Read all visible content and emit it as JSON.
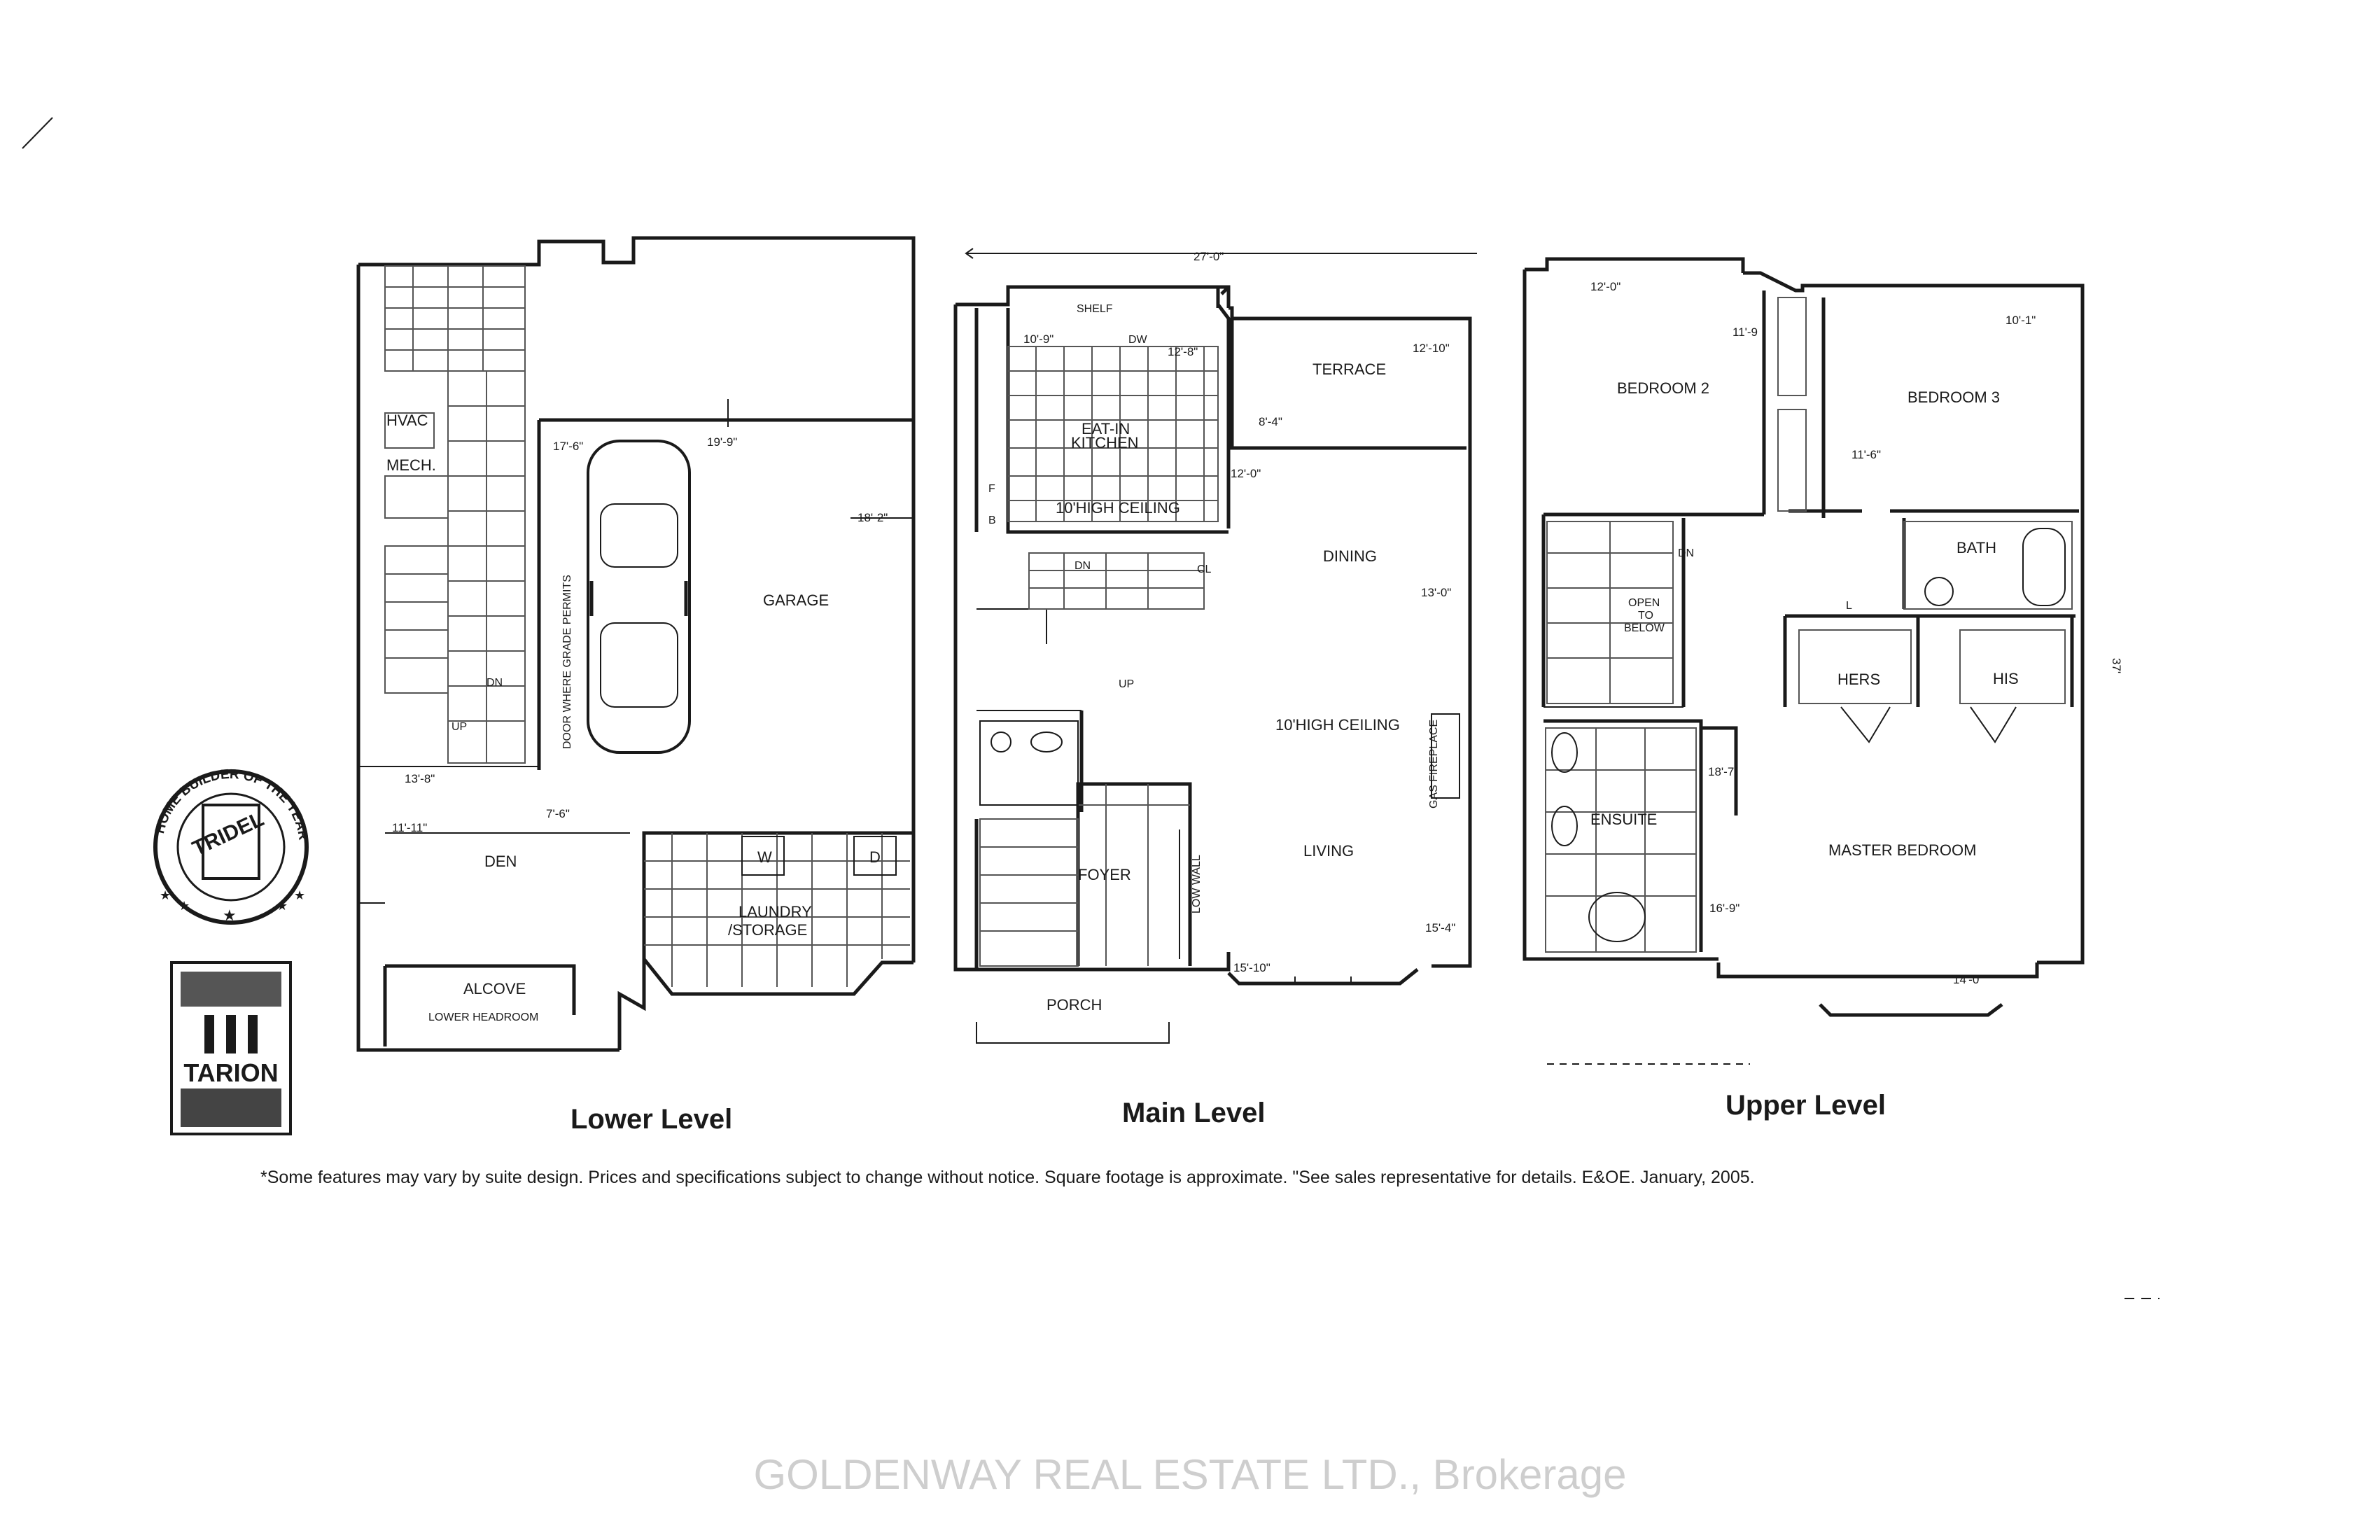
{
  "levels": {
    "lower": {
      "title": "Lower Level",
      "rooms": [
        "HVAC",
        "MECH.",
        "DN",
        "UP",
        "DOOR WHERE GRADE PERMITS",
        "GARAGE",
        "DEN",
        "ALCOVE",
        "LOWER HEADROOM",
        "W",
        "D",
        "LAUNDRY",
        "/STORAGE"
      ],
      "dims": [
        "17'-6\"",
        "19'-9\"",
        "18'-2\"",
        "13'-8\"",
        "11'-11\"",
        "7'-6\""
      ]
    },
    "main": {
      "title": "Main Level",
      "rooms": [
        "SHELF",
        "DW",
        "TERRACE",
        "EAT-IN",
        "KITCHEN",
        "10'HIGH CEILING",
        "F",
        "B",
        "DN",
        "CL",
        "DINING",
        "UP",
        "10'HIGH CEILING",
        "GAS FIREPLACE",
        "LIVING",
        "FOYER",
        "LOW WALL",
        "PORCH"
      ],
      "dims": [
        "27'-0\"",
        "10'-9\"",
        "12'-8\"",
        "12'-10\"",
        "8'-4\"",
        "12'-0\"",
        "13'-0\"",
        "15'-4\"",
        "15'-10\""
      ]
    },
    "upper": {
      "title": "Upper Level",
      "rooms": [
        "BEDROOM 2",
        "BEDROOM 3",
        "BATH",
        "DN",
        "OPEN",
        "TO",
        "BELOW",
        "L",
        "HERS",
        "HIS",
        "ENSUITE",
        "MASTER BEDROOM"
      ],
      "dims": [
        "12'-0\"",
        "11'-9",
        "10'-1\"",
        "11'-6\"",
        "18'-7\"",
        "16'-9\"",
        "14'-0\"",
        "37'"
      ]
    }
  },
  "badges": {
    "tridel": {
      "ring_text": "HOME BUILDER OF THE YEAR",
      "name": "TRIDEL"
    },
    "tarion": {
      "name": "TARION"
    }
  },
  "disclaimer": "*Some features may vary by suite design. Prices and specifications subject to change without notice. Square footage is approximate. \"See sales representative for details. E&OE. January, 2005.",
  "watermark": "GOLDENWAY REAL ESTATE LTD., Brokerage"
}
